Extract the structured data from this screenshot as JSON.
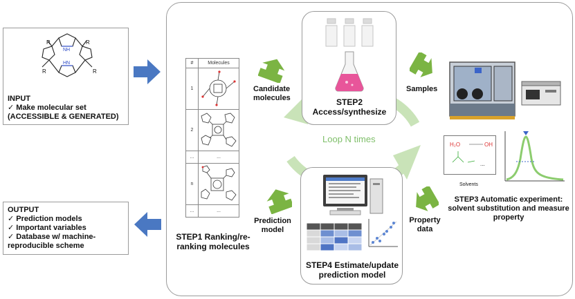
{
  "input": {
    "title": "INPUT",
    "items": [
      "Make molecular set",
      "(ACCESSIBLE & GENERATED)"
    ],
    "molecule_labels": {
      "r": "R",
      "nh": "NH",
      "hn": "HN"
    }
  },
  "output": {
    "title": "OUTPUT",
    "items": [
      "Prediction models",
      "Important variables",
      "Database w/ machine-reproducible scheme"
    ]
  },
  "table": {
    "headers": [
      "#",
      "Molecules"
    ],
    "rows": [
      "1",
      "2",
      "...",
      "n",
      "..."
    ],
    "row_cells": [
      "...",
      "..."
    ]
  },
  "step1": {
    "label": "STEP1 Ranking/re-ranking molecules"
  },
  "step2": {
    "label": "STEP2 Access/synthesize"
  },
  "step3": {
    "label": "STEP3 Automatic experiment: solvent substitution and measure property"
  },
  "step4": {
    "label": "STEP4 Estimate/update prediction model"
  },
  "flow": {
    "candidate": "Candidate molecules",
    "samples": "Samples",
    "property": "Property data",
    "prediction": "Prediction model",
    "loop": "Loop N times"
  },
  "solvents": {
    "caption": "Solvents",
    "h2o": "H₂O",
    "oh": "OH",
    "dots": "..."
  },
  "colors": {
    "arrow_blue": "#4a78c2",
    "arrow_green": "#7bb443",
    "loop_green": "#c9e3b8",
    "flask_pink": "#e8559a",
    "curve_green": "#8ccc6e"
  },
  "icons": [
    "porphyrin-molecule-icon",
    "vials-icon",
    "flask-icon",
    "glovebox-photo-icon",
    "spectrometer-icon",
    "computer-icon",
    "data-table-icon",
    "scatter-plot-icon",
    "peak-curve-icon"
  ]
}
